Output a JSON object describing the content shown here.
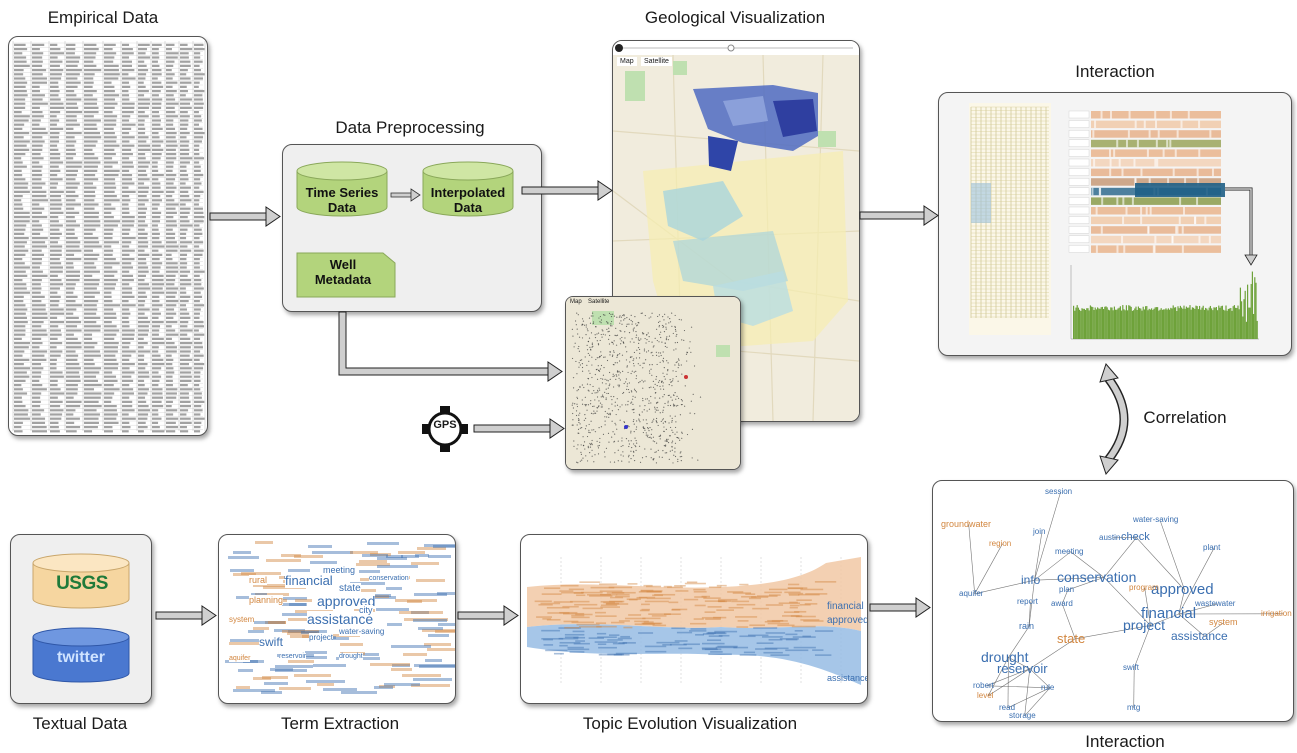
{
  "labels": {
    "empirical": "Empirical Data",
    "preprocessing": "Data Preprocessing",
    "geological": "Geological Visualization",
    "interaction_top": "Interaction",
    "correlation": "Correlation",
    "textual": "Textual Data",
    "term_extraction": "Term Extraction",
    "topic_evolution": "Topic Evolution Visualization",
    "interaction_bottom": "Interaction"
  },
  "preprocessing": {
    "time_series": "Time Series Data",
    "interpolated": "Interpolated Data",
    "well_metadata": "Well Metadata"
  },
  "gps": "GPS",
  "map_tabs": [
    "Map",
    "Satellite"
  ],
  "textual_sources": {
    "usgs": "USGS",
    "twitter": "twitter"
  },
  "colors": {
    "arrow": "#cfcfcf",
    "cylinder": "#bcd98a",
    "usgs_cyl": "#f7d9a6",
    "twitter_cyl": "#4f7fd6",
    "usgs_green": "#1f7a3a",
    "word_blue": "#3b6fb0",
    "word_orange": "#d2863f"
  },
  "network_words": [
    {
      "t": "session",
      "c": "b",
      "s": 8
    },
    {
      "t": "groundwater",
      "c": "o",
      "s": 9
    },
    {
      "t": "region",
      "c": "o",
      "s": 8
    },
    {
      "t": "join",
      "c": "b",
      "s": 8
    },
    {
      "t": "water-saving",
      "c": "b",
      "s": 8
    },
    {
      "t": "austin",
      "c": "b",
      "s": 8
    },
    {
      "t": "check",
      "c": "b",
      "s": 11
    },
    {
      "t": "meeting",
      "c": "b",
      "s": 8
    },
    {
      "t": "plant",
      "c": "b",
      "s": 8
    },
    {
      "t": "aquifer",
      "c": "b",
      "s": 8
    },
    {
      "t": "info",
      "c": "b",
      "s": 12
    },
    {
      "t": "conservation",
      "c": "b",
      "s": 14
    },
    {
      "t": "approved",
      "c": "b",
      "s": 15
    },
    {
      "t": "plan",
      "c": "b",
      "s": 8
    },
    {
      "t": "program",
      "c": "o",
      "s": 8
    },
    {
      "t": "wastewater",
      "c": "b",
      "s": 8
    },
    {
      "t": "report",
      "c": "b",
      "s": 8
    },
    {
      "t": "award",
      "c": "b",
      "s": 8
    },
    {
      "t": "financial",
      "c": "b",
      "s": 15
    },
    {
      "t": "irrigation",
      "c": "o",
      "s": 8
    },
    {
      "t": "project",
      "c": "b",
      "s": 14
    },
    {
      "t": "system",
      "c": "o",
      "s": 9
    },
    {
      "t": "rain",
      "c": "b",
      "s": 9
    },
    {
      "t": "state",
      "c": "o",
      "s": 13
    },
    {
      "t": "assistance",
      "c": "b",
      "s": 12
    },
    {
      "t": "drought",
      "c": "b",
      "s": 14
    },
    {
      "t": "reservoir",
      "c": "b",
      "s": 13
    },
    {
      "t": "swift",
      "c": "b",
      "s": 8
    },
    {
      "t": "robert",
      "c": "b",
      "s": 8
    },
    {
      "t": "level",
      "c": "o",
      "s": 8
    },
    {
      "t": "rule",
      "c": "b",
      "s": 8
    },
    {
      "t": "read",
      "c": "b",
      "s": 8
    },
    {
      "t": "storage",
      "c": "b",
      "s": 8
    },
    {
      "t": "mtg",
      "c": "b",
      "s": 8
    }
  ],
  "cloud_words": [
    {
      "t": "approved",
      "c": "b",
      "s": 14
    },
    {
      "t": "financial",
      "c": "b",
      "s": 13
    },
    {
      "t": "assistance",
      "c": "b",
      "s": 14
    },
    {
      "t": "swift",
      "c": "b",
      "s": 12
    },
    {
      "t": "state",
      "c": "b",
      "s": 10
    },
    {
      "t": "planning",
      "c": "o",
      "s": 9
    },
    {
      "t": "meeting",
      "c": "b",
      "s": 9
    },
    {
      "t": "water-saving",
      "c": "b",
      "s": 8
    },
    {
      "t": "rural",
      "c": "o",
      "s": 9
    },
    {
      "t": "project",
      "c": "b",
      "s": 8
    },
    {
      "t": "system",
      "c": "o",
      "s": 8
    },
    {
      "t": "city",
      "c": "b",
      "s": 9
    },
    {
      "t": "reservoir",
      "c": "b",
      "s": 7
    },
    {
      "t": "aquifer",
      "c": "o",
      "s": 7
    },
    {
      "t": "drought",
      "c": "b",
      "s": 7
    },
    {
      "t": "conservation",
      "c": "b",
      "s": 7
    }
  ],
  "topic_words": [
    {
      "t": "financial",
      "c": "b",
      "s": 10
    },
    {
      "t": "approved",
      "c": "b",
      "s": 10
    },
    {
      "t": "assistance",
      "c": "b",
      "s": 9
    }
  ]
}
